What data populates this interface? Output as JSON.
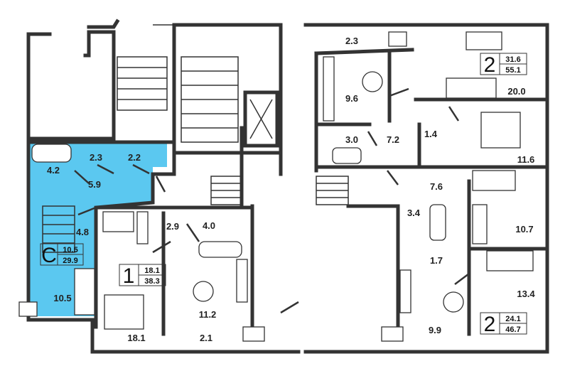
{
  "colors": {
    "highlight": "#5bc8f0",
    "walls": "#333333"
  },
  "apartments": [
    {
      "type": "C",
      "living_area": "10.5",
      "total_area": "29.9"
    },
    {
      "type": "1",
      "living_area": "18.1",
      "total_area": "38.3"
    },
    {
      "type": "2",
      "living_area": "31.6",
      "total_area": "55.1"
    },
    {
      "type": "2",
      "living_area": "24.1",
      "total_area": "46.7"
    }
  ],
  "rooms": {
    "studio": [
      "4.2",
      "2.3",
      "2.2",
      "5.9",
      "4.8",
      "10.5"
    ],
    "one_room": [
      "2.9",
      "4.0",
      "11.2",
      "18.1",
      "2.1"
    ],
    "two_room_top": [
      "2.3",
      "9.6",
      "3.0",
      "7.2",
      "1.4",
      "20.0",
      "11.6"
    ],
    "two_room_bottom": [
      "7.6",
      "3.4",
      "1.7",
      "10.7",
      "9.9",
      "13.4"
    ]
  }
}
